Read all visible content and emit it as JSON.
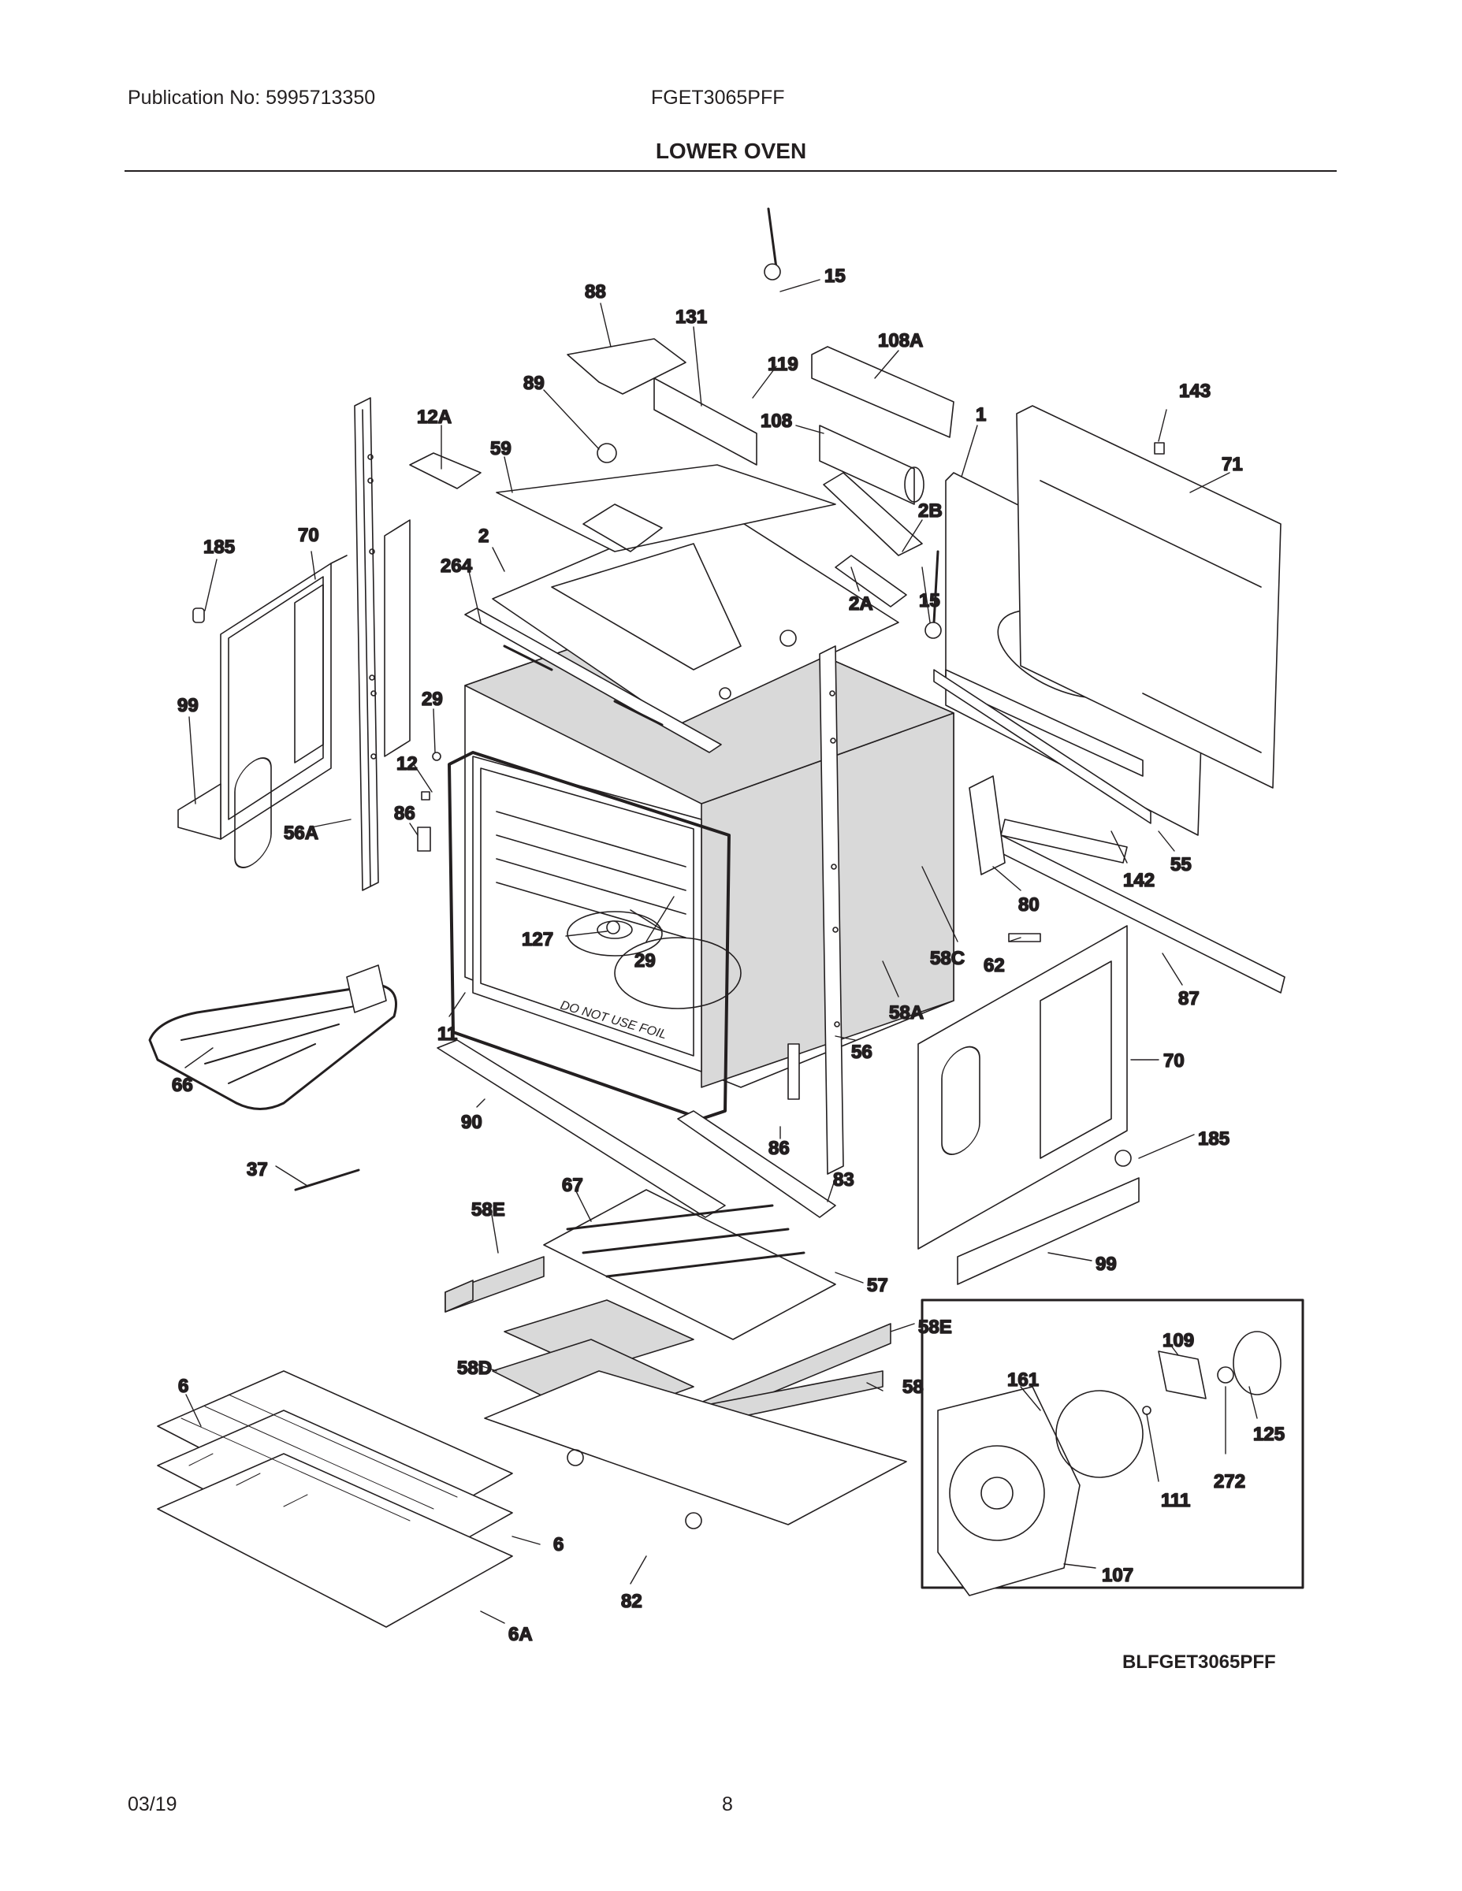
{
  "header": {
    "publication": "Publication No: 5995713350",
    "model": "FGET3065PFF",
    "section_title": "LOWER OVEN"
  },
  "diagram": {
    "drawing_code": "BLFGET3065PFF",
    "callouts": {
      "c15a": "15",
      "c88": "88",
      "c131": "131",
      "c108A": "108A",
      "c119": "119",
      "c143": "143",
      "c89": "89",
      "c12A": "12A",
      "c108": "108",
      "c1": "1",
      "c71": "71",
      "c59": "59",
      "c2B": "2B",
      "c185a": "185",
      "c70a": "70",
      "c2": "2",
      "c264": "264",
      "c2A": "2A",
      "c15b": "15",
      "c99a": "99",
      "c29a": "29",
      "c12": "12",
      "c56A": "56A",
      "c86a": "86",
      "c142": "142",
      "c55": "55",
      "c80": "80",
      "c127": "127",
      "c29b": "29",
      "c58C": "58C",
      "c62": "62",
      "c87": "87",
      "c11": "11",
      "c58A": "58A",
      "c56": "56",
      "c66": "66",
      "c70b": "70",
      "c90": "90",
      "c185b": "185",
      "c86b": "86",
      "c37": "37",
      "c83": "83",
      "c67": "67",
      "c58Ea": "58E",
      "c99b": "99",
      "c57": "57",
      "c58Eb": "58E",
      "c109": "109",
      "c58D": "58D",
      "c6a": "6",
      "c161": "161",
      "c58": "58",
      "c125": "125",
      "c272": "272",
      "c111": "111",
      "c6b": "6",
      "c107": "107",
      "c82": "82",
      "c6A": "6A"
    }
  },
  "footer": {
    "date": "03/19",
    "page": "8"
  }
}
